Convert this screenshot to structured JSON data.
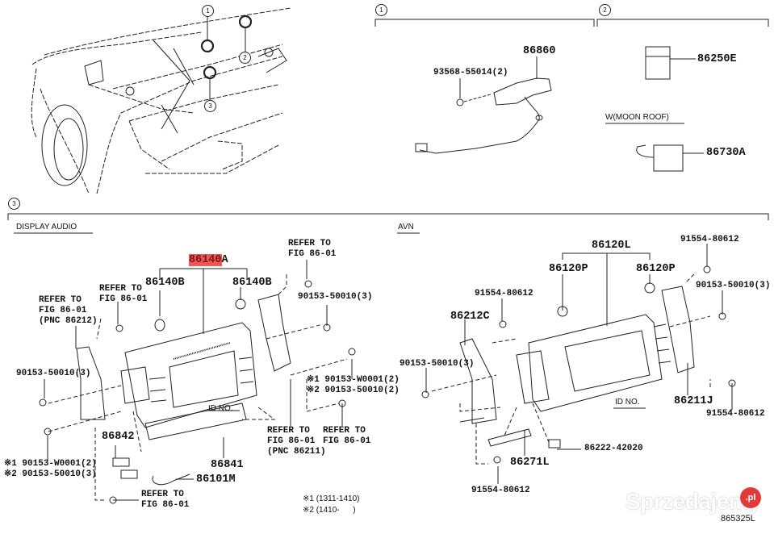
{
  "figure": {
    "figure_number": "865325L",
    "watermark": "Sprzedajemy",
    "watermark_badge": ".pl",
    "highlight_color": "#e85a5a"
  },
  "overview": {
    "callouts": [
      "1",
      "2",
      "3"
    ]
  },
  "section1": {
    "callout": "1",
    "parts": {
      "bracket": "86860",
      "screw": "93568-55014(2)"
    }
  },
  "section2": {
    "callout": "2",
    "parts": {
      "unit": "86250E",
      "moon_roof_heading": "W(MOON ROOF)",
      "moon_roof_unit": "86730A"
    }
  },
  "section3": {
    "callout": "3",
    "display_audio": {
      "heading": "DISPLAY AUDIO",
      "assembly_highlighted": "86140",
      "assembly_suffix": "A",
      "knob_left": "86140B",
      "knob_right": "86140B",
      "refer_top_right": [
        "REFER TO",
        "FIG 86-01"
      ],
      "refer_left_mid": [
        "REFER TO",
        "FIG 86-01"
      ],
      "refer_left_pnc": [
        "REFER TO",
        "FIG 86-01",
        "(PNC 86212)"
      ],
      "screw_right": "90153-50010(3)",
      "screw_left": "90153-50010(3)",
      "id_no": "ID NO.",
      "note_right_1": "※1 90153-W0001(2)",
      "note_right_2": "※2 90153-50010(2)",
      "refer_bottom_pnc": [
        "REFER TO",
        "FIG 86-01",
        "(PNC 86211)"
      ],
      "refer_bottom_right": [
        "REFER TO",
        "FIG 86-01"
      ],
      "part_86842": "86842",
      "part_86841": "86841",
      "note_left_1": "※1 90153-W0001(2)",
      "note_left_2": "※2 90153-50010(3)",
      "part_86101M": "86101M",
      "refer_bottom": [
        "REFER TO",
        "FIG 86-01"
      ]
    },
    "avn": {
      "heading": "AVN",
      "assembly": "86120L",
      "knob_left": "86120P",
      "knob_right": "86120P",
      "bolt_top_right": "91554-80612",
      "screw_right": "90153-50010(3)",
      "bolt_left": "91554-80612",
      "bracket_left": "86212C",
      "screw_left": "90153-50010(3)",
      "id_no": "ID NO.",
      "bracket_right": "86211J",
      "bolt_right": "91554-80612",
      "part_86271L": "86271L",
      "part_86222": "86222-42020",
      "bolt_bottom": "91554-80612"
    },
    "legend": {
      "note1": "※1 (1311-1410)",
      "note2": "※2 (1410-      )"
    }
  }
}
